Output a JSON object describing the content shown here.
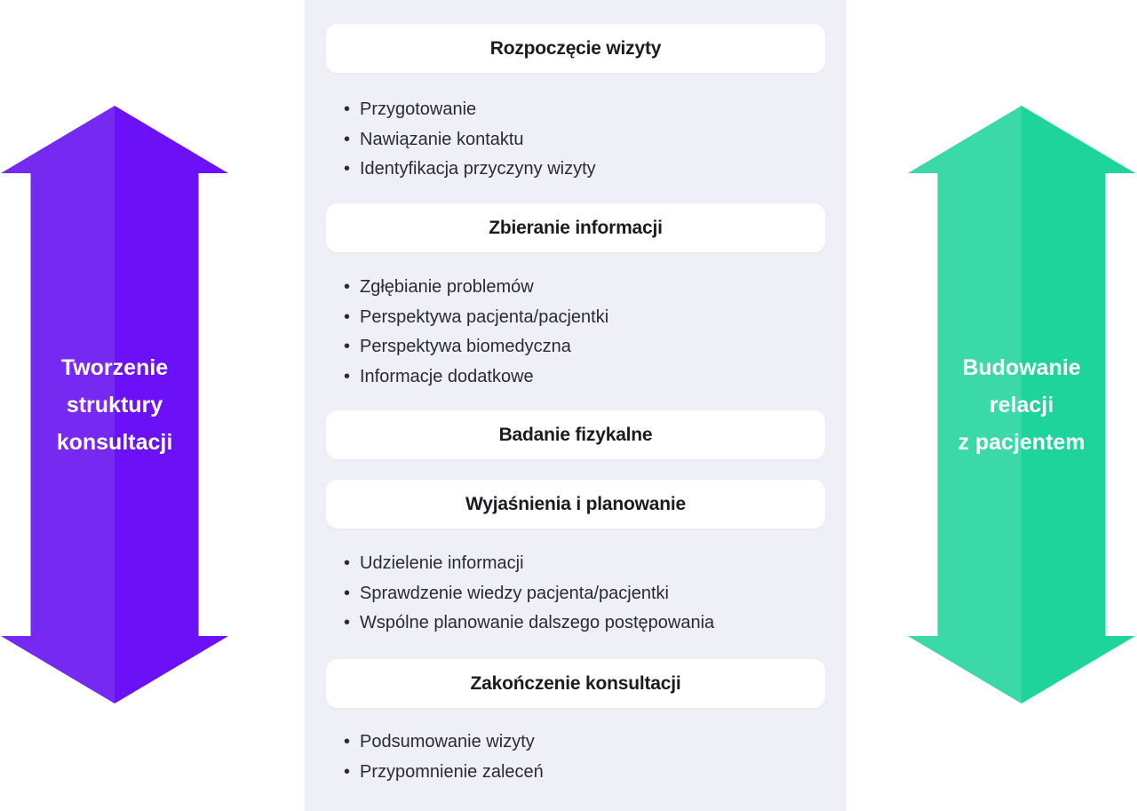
{
  "diagram": {
    "language": "pl",
    "panel_bg": "#EFEFF8",
    "card_bg": "#FFFFFF",
    "header_text_color": "#1B1B21",
    "bullet_text_color": "#2A2A2F"
  },
  "sections": [
    {
      "title": "Rozpoczęcie wizyty",
      "items": [
        "Przygotowanie",
        "Nawiązanie kontaktu",
        "Identyfikacja przyczyny wizyty"
      ]
    },
    {
      "title": "Zbieranie informacji",
      "items": [
        "Zgłębianie problemów",
        "Perspektywa pacjenta/pacjentki",
        "Perspektywa biomedyczna",
        "Informacje dodatkowe"
      ]
    },
    {
      "title": "Badanie fizykalne",
      "items": []
    },
    {
      "title": "Wyjaśnienia i planowanie",
      "items": [
        "Udzielenie informacji",
        "Sprawdzenie wiedzy pacjenta/pacjentki",
        "Wspólne planowanie dalszego postępowania"
      ]
    },
    {
      "title": "Zakończenie konsultacji",
      "items": [
        "Podsumowanie wizyty",
        "Przypomnienie zaleceń"
      ]
    }
  ],
  "arrows": {
    "left": {
      "label": "Tworzenie struktury konsultacji",
      "lines": [
        "Tworzenie",
        "struktury",
        "konsultacji"
      ],
      "color_left": "#7629F1",
      "color_right": "#6B10F7",
      "text_color": "#FFFFFF",
      "direction": "up-down"
    },
    "right": {
      "label": "Budowanie relacji z pacjentem",
      "lines": [
        "Budowanie",
        "relacji",
        "z pacjentem"
      ],
      "color_left": "#3BD9A7",
      "color_right": "#1ED49B",
      "text_color": "#FFFFFF",
      "direction": "up-down"
    }
  }
}
